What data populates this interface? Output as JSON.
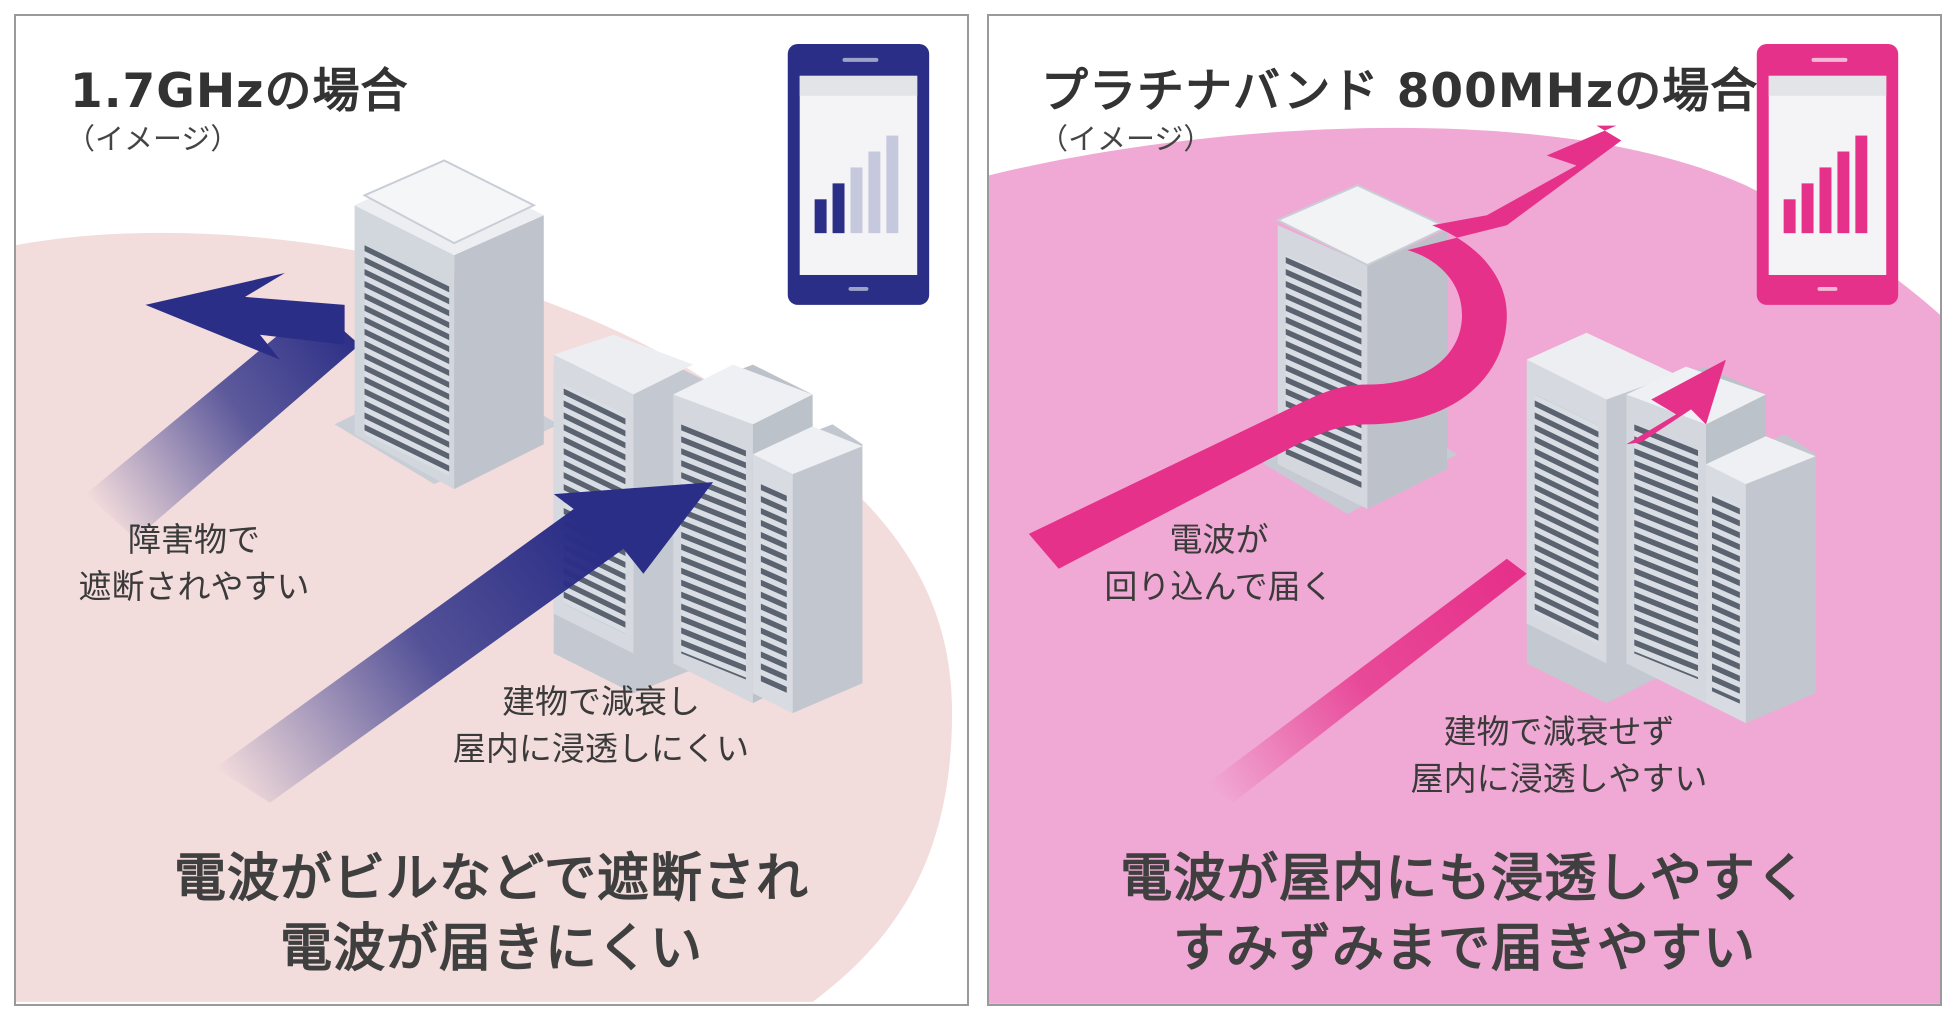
{
  "panels": {
    "left": {
      "title": "1.7GHzの場合",
      "subtitle": "（イメージ）",
      "labels": {
        "obstacle": [
          "障害物で",
          "遮断されやすい"
        ],
        "building": [
          "建物で減衰し",
          "屋内に浸透しにくい"
        ]
      },
      "caption": [
        "電波がビルなどで遮断され",
        "電波が届きにくい"
      ],
      "signal_bars_strong": 2,
      "signal_bars_total": 5,
      "accent_color": "#2b2e86",
      "background_color": "#f3dcdc"
    },
    "right": {
      "title": "プラチナバンド 800MHzの場合",
      "subtitle": "（イメージ）",
      "labels": {
        "wrap": [
          "電波が",
          "回り込んで届く"
        ],
        "building": [
          "建物で減衰せず",
          "屋内に浸透しやすい"
        ]
      },
      "caption": [
        "電波が屋内にも浸透しやすく",
        "すみずみまで届きやすい"
      ],
      "signal_bars_strong": 5,
      "signal_bars_total": 5,
      "accent_color": "#e6318a",
      "background_color": "#f0a9d4"
    }
  },
  "icons": {
    "phone_left": "smartphone-icon",
    "phone_right": "smartphone-icon",
    "building": "office-building-icon",
    "arrow": "radio-wave-arrow-icon"
  }
}
